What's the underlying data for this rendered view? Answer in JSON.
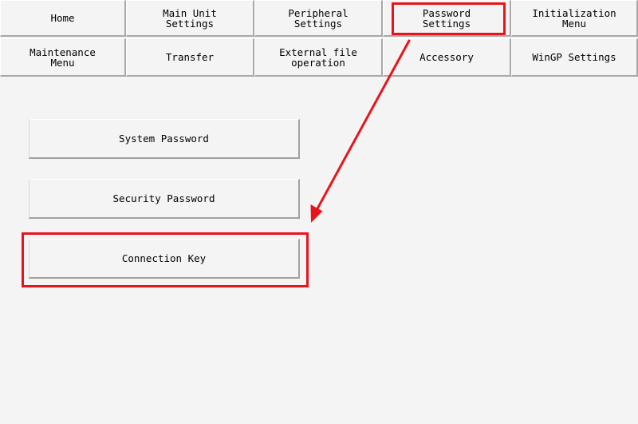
{
  "tabs_row1": [
    {
      "label": "Home"
    },
    {
      "label": "Main Unit\nSettings"
    },
    {
      "label": "Peripheral\nSettings"
    },
    {
      "label": "Password\nSettings"
    },
    {
      "label": "Initialization\nMenu"
    }
  ],
  "tabs_row2": [
    {
      "label": "Maintenance\nMenu"
    },
    {
      "label": "Transfer"
    },
    {
      "label": "External file\noperation"
    },
    {
      "label": "Accessory"
    },
    {
      "label": "WinGP Settings"
    }
  ],
  "buttons": {
    "system_password": "System Password",
    "security_password": "Security Password",
    "connection_key": "Connection Key"
  },
  "colors": {
    "background": "#f4f4f4",
    "highlight": "#e8141c",
    "bevel_dark": "#a8a8a8"
  }
}
